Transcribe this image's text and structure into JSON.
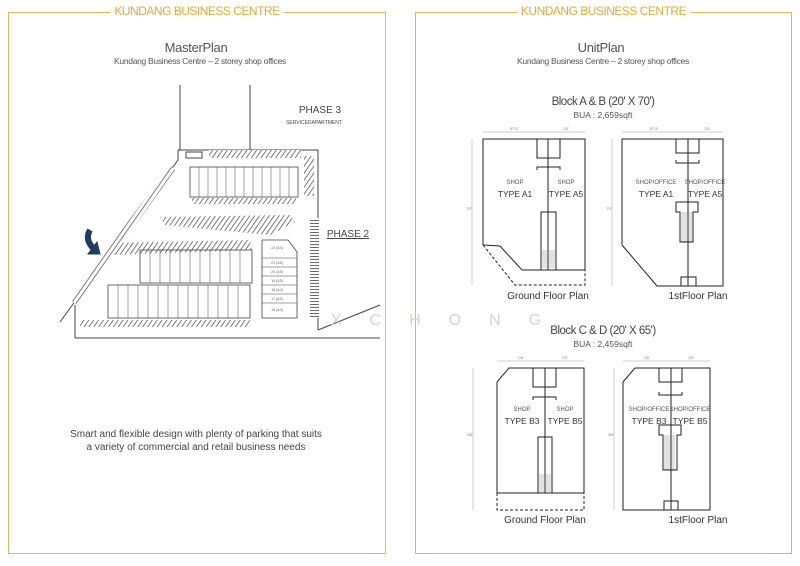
{
  "left_panel": {
    "header": "KUNDANG BUSINESS CENTRE",
    "title": "MasterPlan",
    "subtitle": "Kundang Business Centre  – 2 storey shop offices",
    "phase3_label": "PHASE 3",
    "phase3_sub": "SERVICEDAPARTMENT",
    "phase2_label": "PHASE 2",
    "unit_labels": [
      "22 (A4)",
      "21 (A5)",
      "20 (A5)",
      "19 (A5)",
      "18 (A4)",
      "17 (A5)",
      "16 (A3)"
    ],
    "description_line1": "Smart and flexible design with plenty of parking that suits",
    "description_line2": "a variety of commercial and retail business needs"
  },
  "right_panel": {
    "header": "KUNDANG BUSINESS CENTRE",
    "title": "UnitPlan",
    "subtitle": "Kundang Business Centre  – 2 storey shop offices",
    "block_ab": {
      "title": "Block A & B (20' X 70')",
      "bua": "BUA : 2,659sqft",
      "dim_left": "37.5'",
      "dim_right": "20'",
      "dim_depth": "70'",
      "ground": {
        "shop_label": "SHOP",
        "type_left": "TYPE A1",
        "type_right": "TYPE A5",
        "caption": "Ground Floor Plan"
      },
      "first": {
        "shop_label": "SHOP/OFFICE",
        "type_left": "TYPE A1",
        "type_right": "TYPE A5",
        "caption": "1stFloor Plan"
      }
    },
    "block_cd": {
      "title": "Block C & D (20' X 65')",
      "bua": "BUA : 2,459sqft",
      "dim_left": "25'",
      "dim_right": "20'",
      "dim_depth": "65'",
      "ground": {
        "shop_label": "SHOP",
        "type_left": "TYPE B3",
        "type_right": "TYPE B5",
        "caption": "Ground Floor Plan"
      },
      "first": {
        "shop_label": "SHOP/OFFICE",
        "type_left": "TYPE B3",
        "type_right": "TYPE B5",
        "caption": "1stFloor Plan"
      }
    }
  },
  "watermark": "XCHONG",
  "colors": {
    "accent": "#e8b654",
    "header_text": "#e3a93c",
    "line": "#333333"
  }
}
